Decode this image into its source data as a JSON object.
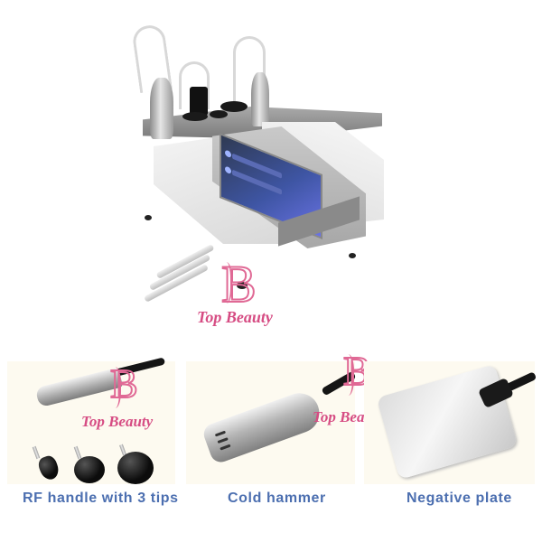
{
  "brand": {
    "logo_letter": "B",
    "logo_text": "Top Beauty",
    "logo_color": "#d64c83"
  },
  "main_product": {
    "description": "RF beauty machine with touch screen and three handpieces",
    "screen_color": "#3e55a3",
    "body_color": "#e6e6e6"
  },
  "accessories": [
    {
      "label": "RF handle with 3 tips",
      "tips_count": 3
    },
    {
      "label": "Cold hammer"
    },
    {
      "label": "Negative plate"
    }
  ],
  "colors": {
    "caption": "#4c6fb0",
    "panel_bg": "#fdfaf0",
    "page_bg": "#ffffff"
  }
}
